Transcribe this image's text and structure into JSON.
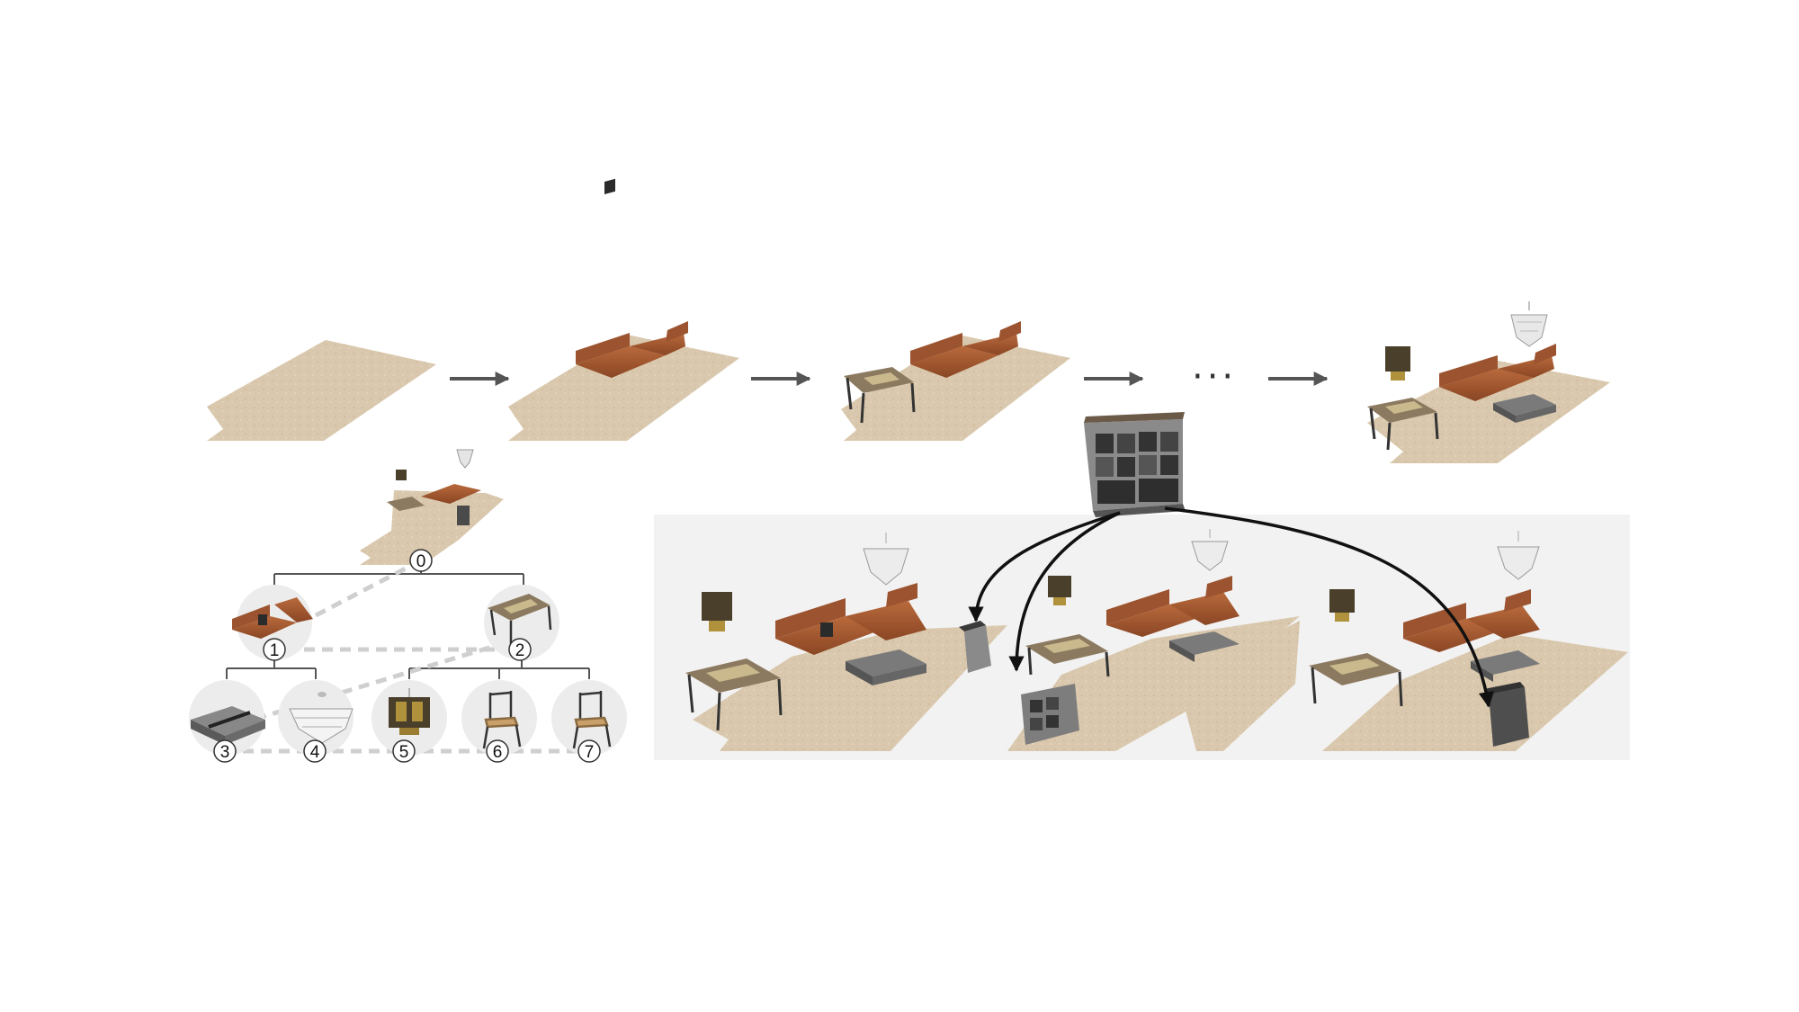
{
  "figure": {
    "ellipsis": "···",
    "tree": {
      "node_labels": [
        "0",
        "1",
        "2",
        "3",
        "4",
        "5",
        "6",
        "7"
      ]
    }
  },
  "icons": {
    "floor": "rug-floor-icon",
    "sofa": "sectional-sofa-icon",
    "table": "dining-table-icon",
    "chair": "chair-icon",
    "ottoman": "ottoman-icon",
    "chandelier": "chandelier-icon",
    "pendant": "pendant-lamp-icon",
    "cabinet": "cabinet-icon"
  },
  "colors": {
    "floor": "#d9c8ad",
    "sofa": "#a65a32",
    "table": "#8c7a60",
    "cabinet": "#5a5a5a",
    "panel": "#f2f2f2",
    "arrow": "#555555"
  }
}
